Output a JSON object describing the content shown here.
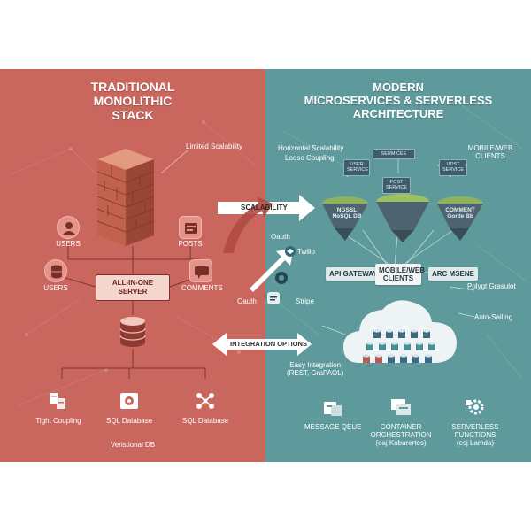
{
  "colors": {
    "left_bg": "#c9675e",
    "right_bg": "#5e9a9c",
    "brick": "#c96a4f",
    "cloud": "#eef3f5"
  },
  "left": {
    "title_line1": "TRADITIONAL",
    "title_line2": "MONOLITHIC",
    "title_line3": "STACK",
    "limited_scalability": "Limited Scalability",
    "users_top": "USERS",
    "posts": "POSTS",
    "users_bottom": "USERS",
    "comments": "COMMENTS",
    "server_line1": "ALL-IN-ONE",
    "server_line2": "SERVER",
    "tight_coupling": "Tight Coupling",
    "sql_db_1": "SQL Database",
    "sql_db_2": "SQL Database",
    "footer": "Veristional DB",
    "icons": [
      "user-icon",
      "post-icon",
      "database-icon",
      "comment-icon",
      "coupling-icon",
      "sql-icon",
      "network-icon"
    ]
  },
  "center": {
    "scalability": "SCALABILITY",
    "integration": "INTEGRATION OPTIONS",
    "oauth_1": "Oauth",
    "twilio": "Twilio",
    "oauth_2": "Oauth",
    "stripe": "Stripe"
  },
  "right": {
    "title_line1": "MODERN",
    "title_line2": "MICROSERVICES & SERVERLESS",
    "title_line3": "ARCHITECTURE",
    "horizontal_scalability": "Horizontal Scalability",
    "loose_coupling": "Loose Coupling",
    "mobile_web_top_line1": "MOBILE/WEB",
    "mobile_web_top_line2": "CLIENTS",
    "user_service_line1": "USER",
    "user_service_line2": "SERVICE",
    "chip_top": "SERMICEE",
    "post_service_line1": "POST",
    "post_service_line2": "SERVICE",
    "udst_service_line1": "UDST",
    "udst_service_line2": "SERVICE",
    "island_left_line1": "NGSSL",
    "island_left_line2": "NoSQL DB",
    "island_right_line1": "COMMENT",
    "island_right_line2": "Gorde Bb",
    "api_gateway": "API GATEWAY",
    "mobile_web_mid_line1": "MOBILE/WEB",
    "mobile_web_mid_line2": "CLIENTS",
    "api_msene": "ARC MSENE",
    "polyglot": "Polygt Grasulot",
    "auto_scaling": "Auto-Sailing",
    "easy_integration_line1": "Easy Integration",
    "easy_integration_line2": "(REST, GraPAOL)",
    "message_queue": "MESSAGE QEUE",
    "container_line1": "CONTAINER",
    "container_line2": "ORCHESTRATION",
    "container_line3": "(eaj Kuburertes)",
    "serverless_line1": "SERVERLESS",
    "serverless_line2": "FUNCTIONS",
    "serverless_line3": "(esj Lamda)",
    "icons": [
      "queue-icon",
      "container-icon",
      "functions-icon"
    ]
  }
}
